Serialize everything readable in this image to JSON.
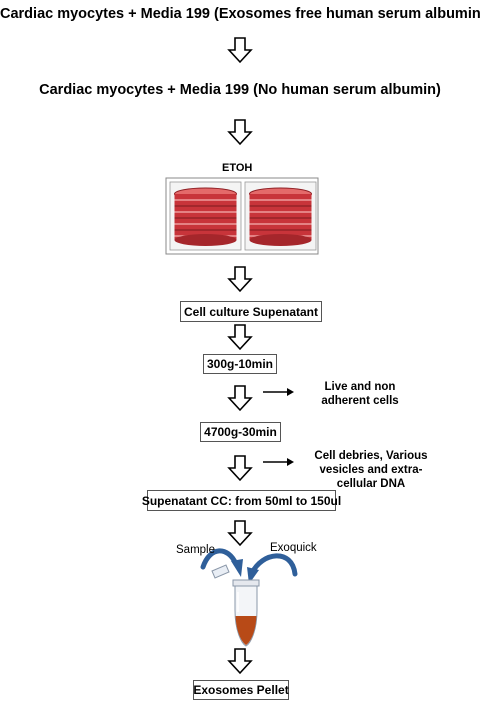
{
  "headings": {
    "first": "Cardiac myocytes + Media 199 (Exosomes free human serum albumin)",
    "second": "Cardiac myocytes + Media 199 (No human serum albumin)"
  },
  "treatment": {
    "label": "ETOH"
  },
  "steps": {
    "supernatant": "Cell culture Supenatant",
    "spin1": "300g-10min",
    "spin2": "4700g-30min",
    "concentrate": "Supenatant CC: from 50ml to 150ul",
    "pellet": "Exosomes Pellet"
  },
  "removed": {
    "after_spin1_line1": "Live and non",
    "after_spin1_line2": "adherent  cells",
    "after_spin2_line1": "Cell debries, Various",
    "after_spin2_line2": "vesicles  and   extra-",
    "after_spin2_line3": "cellular DNA"
  },
  "tube": {
    "sample_label": "Sample",
    "reagent_label": "Exoquick"
  },
  "colors": {
    "petri_red": "#c8343a",
    "tube_pellet": "#b84a17",
    "curve_arrow": "#2f5f9a"
  }
}
